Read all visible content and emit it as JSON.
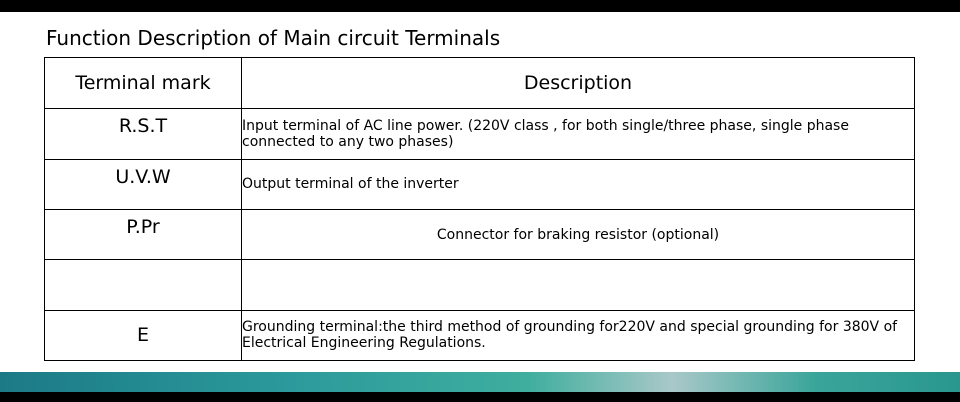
{
  "title": "Function Description of Main circuit Terminals",
  "table": {
    "headers": {
      "mark": "Terminal mark",
      "description": "Description"
    },
    "rows": [
      {
        "mark": "R.S.T",
        "description": "Input terminal of AC line power. (220V class , for both single/three phase, single phase connected to any two phases)"
      },
      {
        "mark": "U.V.W",
        "description": "Output terminal of the inverter"
      },
      {
        "mark": "P.Pr",
        "description": "Connector for braking resistor (optional)"
      },
      {
        "mark": "",
        "description": ""
      },
      {
        "mark": "E",
        "description": "Grounding terminal:the third method of grounding for220V and special grounding for 380V of Electrical Engineering Regulations."
      }
    ]
  }
}
